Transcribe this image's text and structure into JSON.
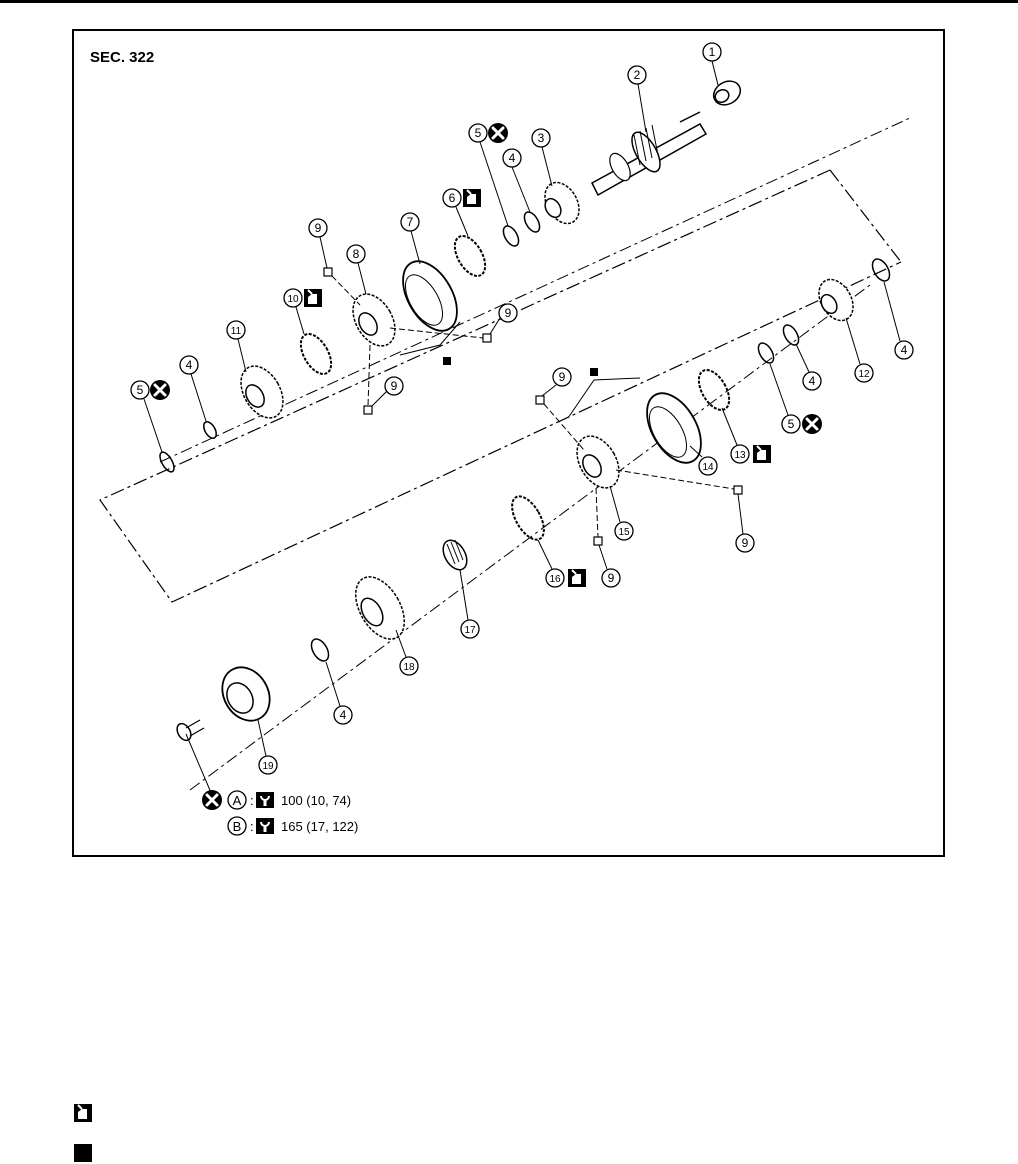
{
  "section_label": "SEC. 322",
  "callouts": {
    "c1": "1",
    "c2": "2",
    "c3": "3",
    "c4": "4",
    "c5": "5",
    "c6": "6",
    "c7": "7",
    "c8": "8",
    "c9": "9",
    "c10": "10",
    "c11": "11",
    "c12": "12",
    "c13": "13",
    "c14": "14",
    "c15": "15",
    "c16": "16",
    "c17": "17",
    "c18": "18",
    "c19": "19"
  },
  "torque_spec": {
    "a_letter": "A",
    "a_value": "100 (10, 74)",
    "b_letter": "B",
    "b_value": "165 (17, 122)",
    "separator": ":"
  },
  "colors": {
    "ink": "#000000",
    "paper": "#ffffff"
  },
  "icons": {
    "no_reuse": "no-reuse-icon",
    "lubricate": "gear-oil-icon",
    "set_part": "filled-square-icon",
    "torque_wrench": "torque-wrench-icon"
  }
}
